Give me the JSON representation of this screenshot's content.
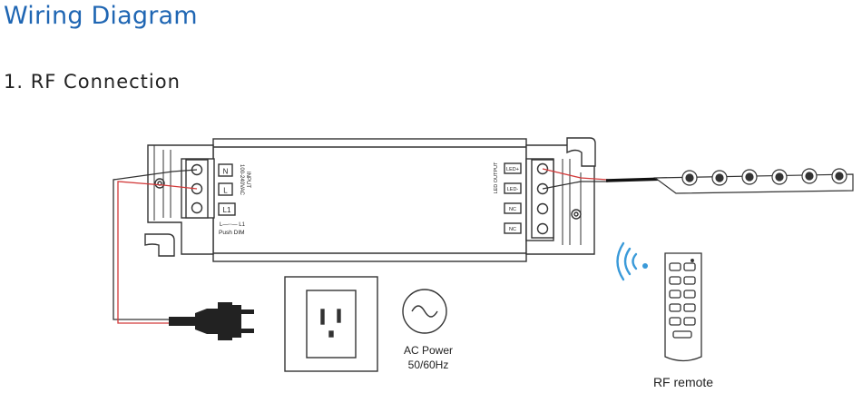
{
  "title": "Wiring Diagram",
  "subtitle": "1. RF Connection",
  "driver": {
    "input_terminals": [
      "N",
      "L",
      "L1"
    ],
    "input_label": "INPUT",
    "input_voltage": "100-240VAC",
    "push_dim_symbol": "L—◦◦— L1",
    "push_dim_label": "Push DIM",
    "output_label": "LED OUTPUT",
    "output_terminals": [
      "LED+",
      "LED-",
      "NC",
      "NC"
    ]
  },
  "ac_power": {
    "line1": "AC Power",
    "line2": "50/60Hz"
  },
  "remote": {
    "label": "RF remote"
  },
  "colors": {
    "title": "#1f66b3",
    "wire_red": "#d23a3a",
    "wifi": "#3a9ad9",
    "outline": "#333333"
  }
}
